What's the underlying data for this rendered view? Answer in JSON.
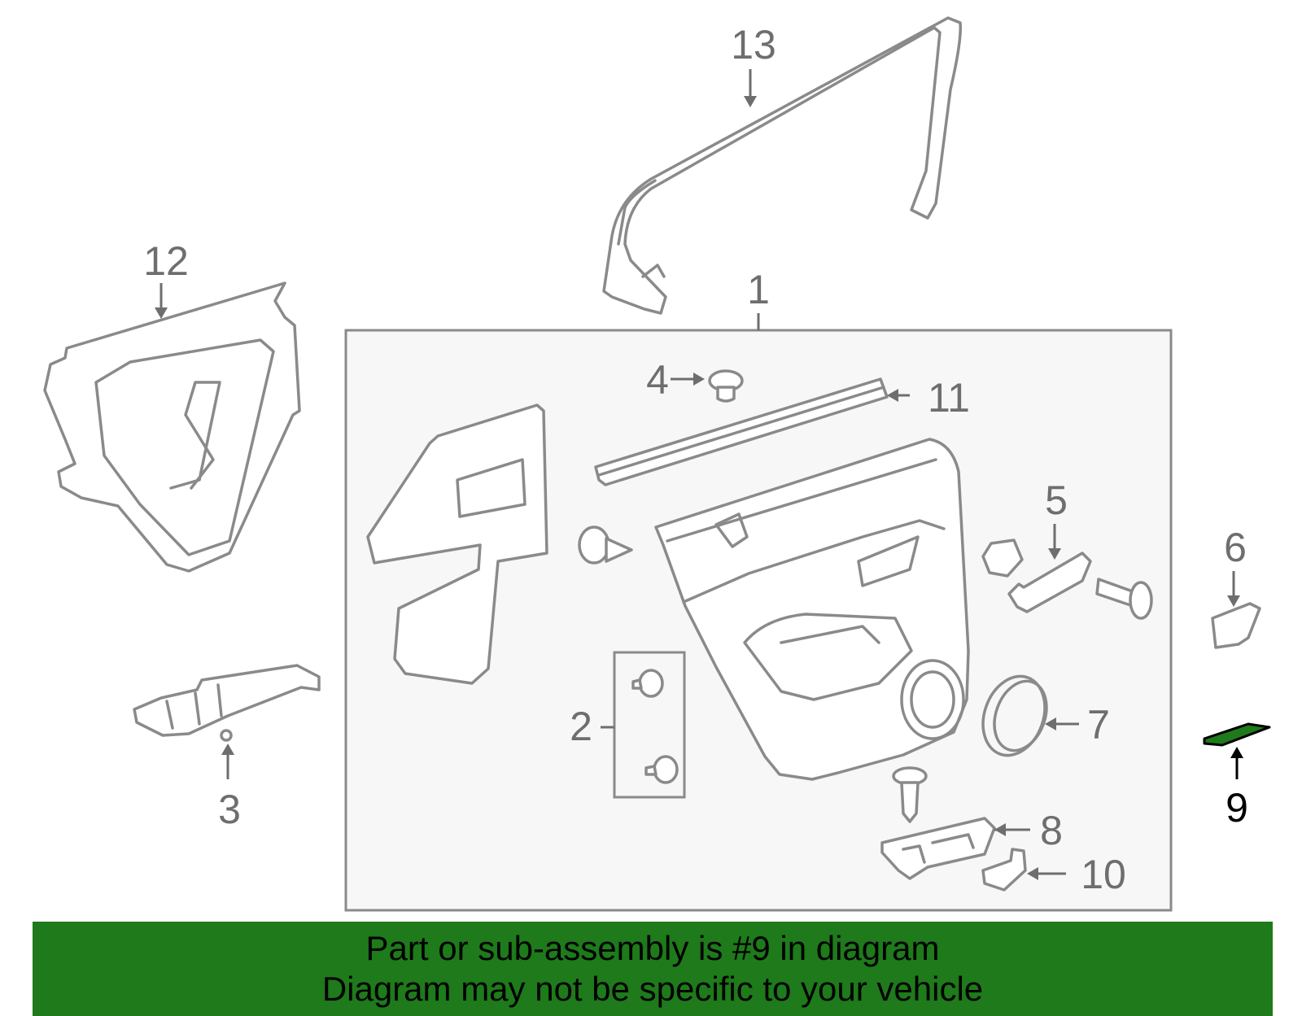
{
  "colors": {
    "highlight": "#1e7a1a",
    "banner": "#1e7a1a",
    "line": "#8a8a8a",
    "panel": "#f7f7f7"
  },
  "callouts": {
    "c1": "1",
    "c2": "2",
    "c3": "3",
    "c4": "4",
    "c5": "5",
    "c6": "6",
    "c7": "7",
    "c8": "8",
    "c9": "9",
    "c10": "10",
    "c11": "11",
    "c12": "12",
    "c13": "13"
  },
  "highlighted_part": "9",
  "banner": {
    "line1": "Part or sub-assembly is #9 in diagram",
    "line2": "Diagram may not be specific to your vehicle"
  }
}
